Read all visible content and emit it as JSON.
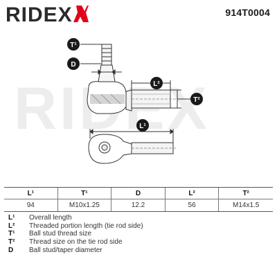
{
  "header": {
    "brand": "RIDEX",
    "part_number": "914T0004"
  },
  "drawing": {
    "labels": {
      "t1": "T¹",
      "d": "D",
      "l2": "L²",
      "t2": "T²",
      "l1": "L¹"
    },
    "colors": {
      "badge": "#1a1a1a",
      "line": "#333333",
      "hatch": "#d0d0d0",
      "watermark": "#e6e6e6"
    }
  },
  "spec_table": {
    "headers": [
      "L¹",
      "T¹",
      "D",
      "L²",
      "T²"
    ],
    "values": [
      "94",
      "M10x1.25",
      "12.2",
      "56",
      "M14x1.5"
    ]
  },
  "legend": [
    {
      "key": "L¹",
      "text": "Overall length"
    },
    {
      "key": "L²",
      "text": "Threaded portion length (tie rod side)"
    },
    {
      "key": "T¹",
      "text": "Ball stud thread size"
    },
    {
      "key": "T²",
      "text": "Thread size on the tie rod side"
    },
    {
      "key": "D",
      "text": "Ball stud/taper diameter"
    }
  ]
}
